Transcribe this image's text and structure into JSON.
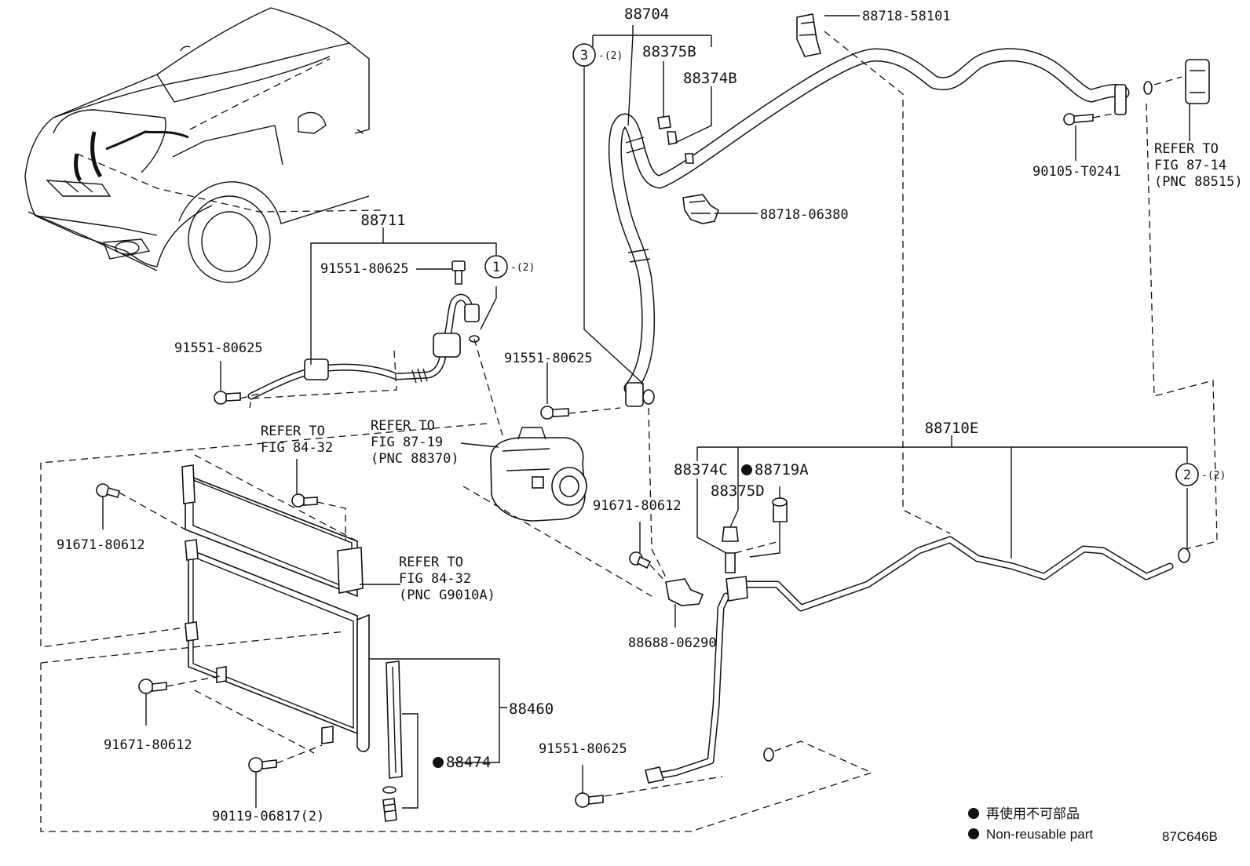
{
  "labels": {
    "p88704": "88704",
    "p88718_58101": "88718-58101",
    "p88375B": "88375B",
    "p88374B": "88374B",
    "p88718_06380": "88718-06380",
    "p90105_T0241": "90105-T0241",
    "p88711": "88711",
    "p91551_a": "91551-80625",
    "p91551_b": "91551-80625",
    "p91551_c": "91551-80625",
    "p91551_d": "91551-80625",
    "p88710E": "88710E",
    "p88374C": "88374C",
    "p88719A": "88719A",
    "p88375D": "88375D",
    "p91671_a": "91671-80612",
    "p91671_b": "91671-80612",
    "p91671_c": "91671-80612",
    "p88688": "88688-06290",
    "p88460": "88460",
    "p88474": "88474",
    "p90119": "90119-06817(2)"
  },
  "callouts": {
    "c1_num": "1",
    "c1_qty": "-(2)",
    "c2_num": "2",
    "c2_qty": "-(2)",
    "c3_num": "3",
    "c3_qty": "-(2)"
  },
  "refer": {
    "r1_line1": "REFER TO",
    "r1_line2": "FIG 87-14",
    "r1_line3": "(PNC 88515)",
    "r2_line1": "REFER TO",
    "r2_line2": "FIG 87-19",
    "r2_line3": "(PNC 88370)",
    "r3_line1": "REFER TO",
    "r3_line2": "FIG 84-32",
    "r4_line1": "REFER TO",
    "r4_line2": "FIG 84-32",
    "r4_line3": "(PNC G9010A)"
  },
  "legend": {
    "line1": "再使用不可部品",
    "line2": "Non-reusable part"
  },
  "figure_code": "87C646B"
}
